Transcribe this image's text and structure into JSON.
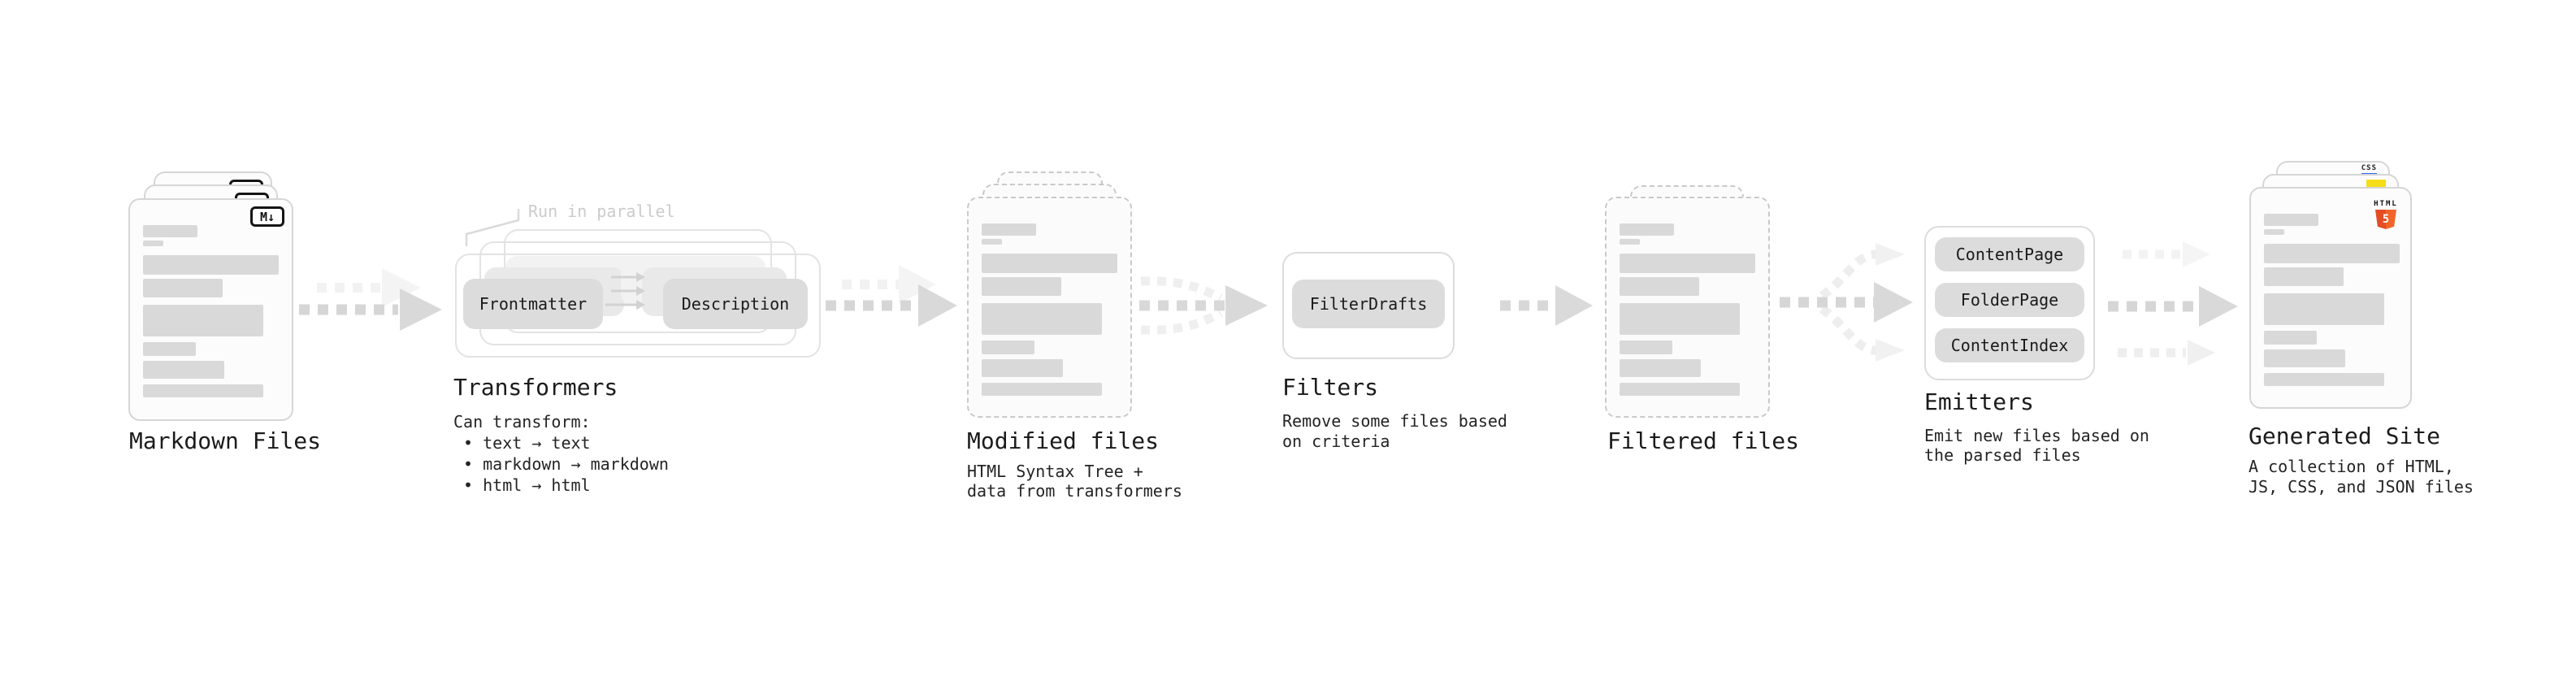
{
  "nodes": {
    "markdown_files": {
      "label": "Markdown Files",
      "file_badge": "M↓"
    },
    "transformers": {
      "label": "Transformers",
      "annotation": "Run in parallel",
      "pill_left": "Frontmatter",
      "pill_right": "Description",
      "description": "Can transform:\n • text → text\n • markdown → markdown\n • html → html"
    },
    "modified_files": {
      "label": "Modified files",
      "description": "HTML Syntax Tree +\ndata from transformers"
    },
    "filters": {
      "label": "Filters",
      "pill": "FilterDrafts",
      "description": "Remove some files based\non criteria"
    },
    "filtered_files": {
      "label": "Filtered files"
    },
    "emitters": {
      "label": "Emitters",
      "pills": [
        "ContentPage",
        "FolderPage",
        "ContentIndex"
      ],
      "description": "Emit new files based on\nthe parsed files"
    },
    "generated_site": {
      "label": "Generated Site",
      "description": "A collection of HTML,\nJS, CSS, and JSON files",
      "badges": {
        "html_label": "HTML",
        "html_number": "5",
        "css_label": "CSS"
      }
    }
  },
  "colors": {
    "html5_orange": "#e44d26",
    "html5_orange_light": "#f16529",
    "js_yellow": "#f5de19",
    "css_blue": "#2f6bf2",
    "placeholder_bar_gray": "#d9d9d9",
    "arrow_gray": "#d6d6d6",
    "ghost_gray": "#f2f2f2"
  }
}
